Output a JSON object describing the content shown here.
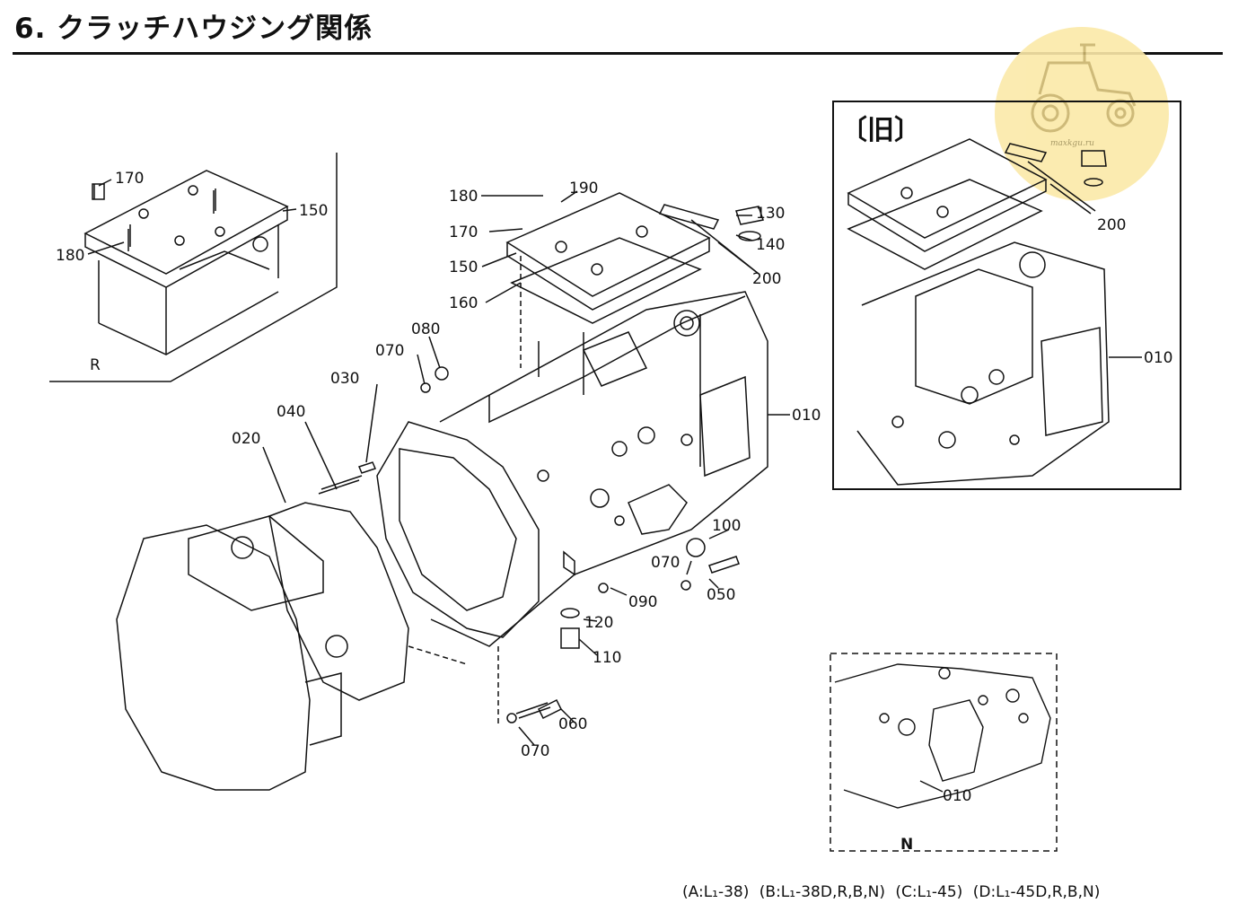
{
  "title": "6. クラッチハウジング関係",
  "watermark": {
    "brand_color": "#fbe9a8",
    "icon": "tractor-icon",
    "text": "maxkgu.ru"
  },
  "insets": {
    "old_label": "〔旧〕",
    "r_label": "R",
    "n_label": "N"
  },
  "callouts": {
    "c010_main": "010",
    "c010_old": "010",
    "c010_n": "010",
    "c020": "020",
    "c030": "030",
    "c040": "040",
    "c050": "050",
    "c060": "060",
    "c070_a": "070",
    "c070_b": "070",
    "c070_c": "070",
    "c080": "080",
    "c090": "090",
    "c100": "100",
    "c110": "110",
    "c120": "120",
    "c130": "130",
    "c140": "140",
    "c150_main": "150",
    "c150_r": "150",
    "c160": "160",
    "c170_main": "170",
    "c170_r": "170",
    "c180_main": "180",
    "c180_r": "180",
    "c190": "190",
    "c200_main": "200",
    "c200_old": "200"
  },
  "footer": {
    "models": [
      "(A:L₁-38)",
      "(B:L₁-38D,R,B,N)",
      "(C:L₁-45)",
      "(D:L₁-45D,R,B,N)"
    ]
  }
}
